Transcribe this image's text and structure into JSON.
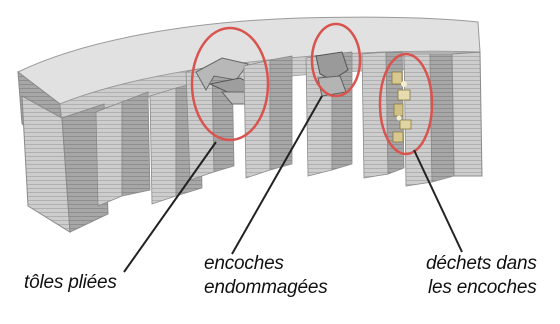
{
  "labels": {
    "bent_laminations": "tôles pliées",
    "damaged_slots_line1": "encoches",
    "damaged_slots_line2": "endommagées",
    "debris_line1": "déchets dans",
    "debris_line2": "les encoches"
  },
  "colors": {
    "highlight_circle": "#d9534f",
    "stator_top": "#e0e0e0",
    "stator_face": "#c8c8c8",
    "stator_dark": "#8f8f8f",
    "leader_line": "#222222",
    "debris": "#d8c890"
  }
}
